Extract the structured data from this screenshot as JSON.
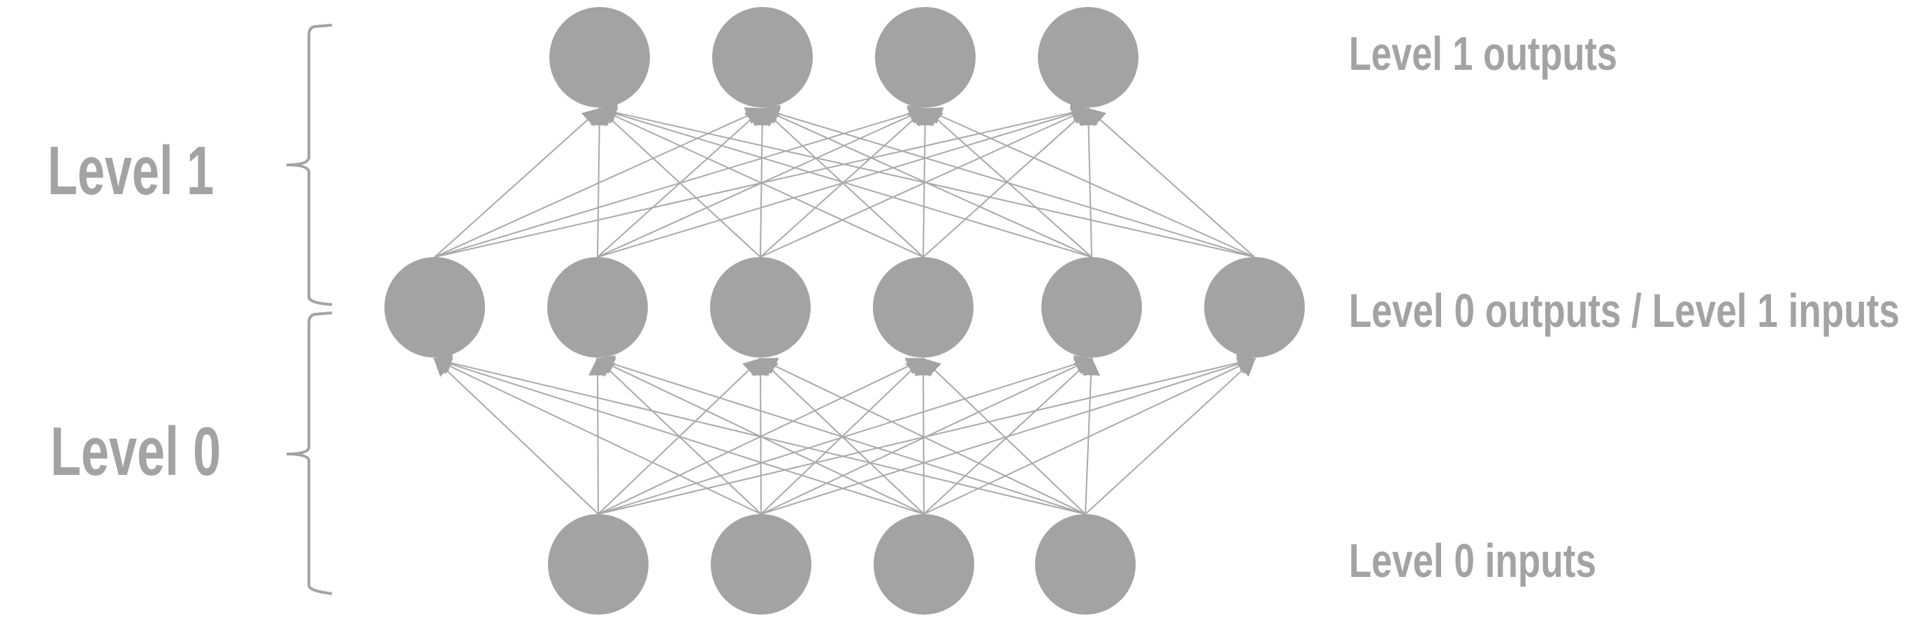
{
  "labels": {
    "level1": "Level 1",
    "level0": "Level 0",
    "level1_outputs": "Level 1 outputs",
    "level0_outputs_level1_inputs": "Level 0 outputs / Level 1 inputs",
    "level0_inputs": "Level 0 inputs"
  },
  "layers": {
    "level1_outputs": {
      "count": 4
    },
    "middle": {
      "count": 6
    },
    "level0_inputs": {
      "count": 4
    }
  },
  "colors": {
    "node": "#a3a3a3",
    "edge": "#a9a9a9",
    "text": "#a3a3a3",
    "background": "#ffffff"
  }
}
